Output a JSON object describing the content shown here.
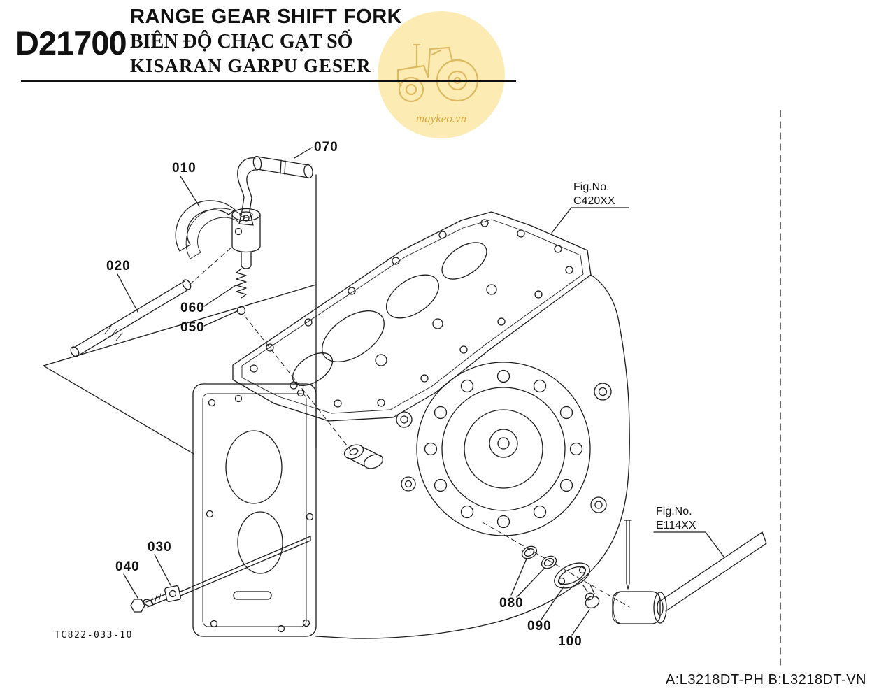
{
  "header": {
    "code": "D21700",
    "title_en": "RANGE GEAR SHIFT FORK",
    "title_vi": "BIÊN ĐỘ CHẠC GẠT SỐ",
    "title_id": "KISARAN GARPU GESER"
  },
  "watermark": {
    "text": "maykeo.vn"
  },
  "diagram": {
    "callouts": [
      {
        "id": "010"
      },
      {
        "id": "020"
      },
      {
        "id": "030"
      },
      {
        "id": "040"
      },
      {
        "id": "050"
      },
      {
        "id": "060"
      },
      {
        "id": "070"
      },
      {
        "id": "080"
      },
      {
        "id": "090"
      },
      {
        "id": "100"
      }
    ],
    "references": [
      {
        "label": "Fig.No.",
        "value": "C420XX"
      },
      {
        "label": "Fig.No.",
        "value": "E114XX"
      }
    ]
  },
  "footer": {
    "drawing_number": "TC822-033-10",
    "models": "A:L3218DT-PH B:L3218DT-VN"
  },
  "colors": {
    "line": "#1c1c1c",
    "watermark_fill": "#fcecb4",
    "watermark_line": "#ddba62",
    "watermark_text": "#d4a93c"
  }
}
